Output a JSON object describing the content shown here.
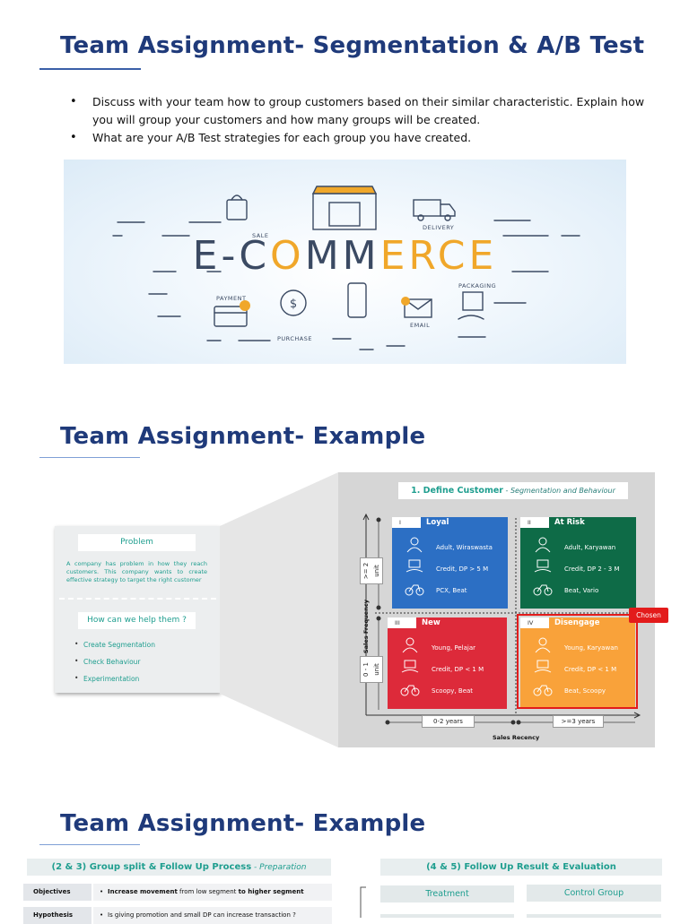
{
  "slide1": {
    "title": "Team Assignment- Segmentation & A/B Test",
    "bullets": [
      "Discuss with your team how to group customers based on their similar characteristic. Explain how you will group your customers and how many groups will be created.",
      "What are your A/B Test strategies for each group you have created."
    ],
    "banner": {
      "word_pre": "E-C",
      "word_o1": "O",
      "word_mid": "MM",
      "word_o2": "ERCE",
      "labels": {
        "sale": "SALE",
        "delivery": "DELIVERY",
        "payment": "PAYMENT",
        "purchase": "PURCHASE",
        "email": "EMAIL",
        "packaging": "PACKAGING"
      }
    }
  },
  "slide2": {
    "title": "Team Assignment- Example",
    "problem_label": "Problem",
    "problem_text": "A company has problem in how they reach customers. This company wants to create effective strategy to target the right customer",
    "help_label": "How can we help them ?",
    "help_items": [
      "Create Segmentation",
      "Check Behaviour",
      "Experimentation"
    ],
    "define_title": "1. Define Customer",
    "define_sub": " - Segmentation and Behaviour",
    "y_axis_label": "Sales Frequency",
    "x_axis_label": "Sales Recency",
    "y_ticks": [
      ">= 2 unit",
      "0 - 1 unit"
    ],
    "x_ticks": [
      "0-2 years",
      ">=3 years"
    ],
    "chosen_label": "Chosen",
    "quadrants": [
      {
        "roman": "I",
        "name": "Loyal",
        "rows": [
          "Adult, Wiraswasta",
          "Credit, DP > 5 M",
          "PCX, Beat"
        ],
        "color": "#2c6fc4"
      },
      {
        "roman": "II",
        "name": "At Risk",
        "rows": [
          "Adult, Karyawan",
          "Credit, DP 2 - 3 M",
          "Beat, Vario"
        ],
        "color": "#0e6b47"
      },
      {
        "roman": "III",
        "name": "New",
        "rows": [
          "Young, Pelajar",
          "Credit, DP < 1 M",
          "Scoopy, Beat"
        ],
        "color": "#dd2a3a"
      },
      {
        "roman": "IV",
        "name": "Disengage",
        "rows": [
          "Young, Karyawan",
          "Credit, DP < 1 M",
          "Beat, Scoopy"
        ],
        "color": "#f9a23a"
      }
    ]
  },
  "slide3": {
    "title": "Team Assignment- Example",
    "left_header": "(2 & 3) Group split & Follow Up Process",
    "left_header_sub": " - Preparation",
    "right_header": "(4 & 5) Follow Up Result & Evaluation",
    "rows": [
      {
        "label": "Objectives",
        "pre": "Increase movement",
        "mid": " from low segment ",
        "post": "to higher segment"
      },
      {
        "label": "Hypothesis",
        "text": "Is giving promotion and small DP can increase transaction ?"
      }
    ],
    "treatment_label": "Treatment",
    "control_label": "Control Group"
  }
}
